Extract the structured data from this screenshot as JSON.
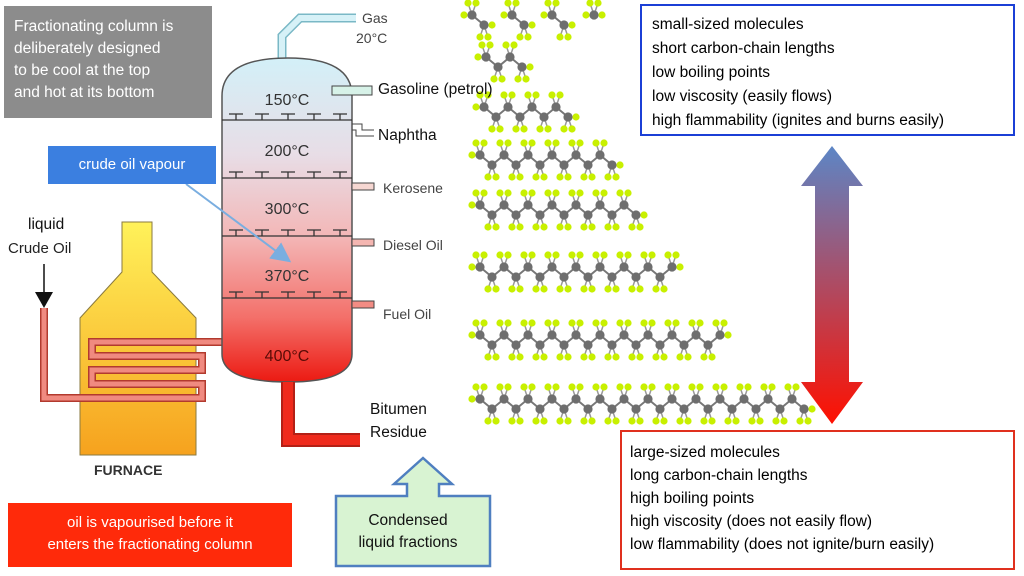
{
  "notes": {
    "column_design": [
      "Fractionating column is",
      "deliberately designed",
      "to be cool at the top",
      "and hot at its bottom"
    ],
    "crude_vapour": "crude oil vapour",
    "vaporised": [
      "oil is vapourised before it",
      "enters the fractionating column"
    ]
  },
  "feed": {
    "liquid": "liquid",
    "crude_oil": "Crude Oil",
    "furnace": "FURNACE"
  },
  "column": {
    "temperatures": [
      "150°C",
      "200°C",
      "300°C",
      "370°C",
      "400°C"
    ]
  },
  "fractions": {
    "gas": "Gas",
    "gas_temp": "20°C",
    "gasoline": "Gasoline (petrol)",
    "naphtha": "Naphtha",
    "kerosene": "Kerosene",
    "diesel": "Diesel Oil",
    "fuel_oil": "Fuel Oil",
    "bitumen": "Bitumen",
    "residue": "Residue"
  },
  "condensed": [
    "Condensed",
    "liquid fractions"
  ],
  "properties_small": [
    "small-sized molecules",
    "short carbon-chain lengths",
    "low boiling points",
    "low viscosity (easily flows)",
    "high flammability (ignites and burns easily)"
  ],
  "properties_large": [
    "large-sized molecules",
    "long carbon-chain lengths",
    "high boiling points",
    "high viscosity (does not easily flow)",
    "low flammability (does not ignite/burn easily)"
  ],
  "colors": {
    "column_top": "#cfeef6",
    "column_bottom": "#ee1c12",
    "furnace_top": "#fff25a",
    "furnace_bottom": "#f7a11c",
    "pipe": "#ec6b5e",
    "carbon": "#6e6e6e",
    "hydrogen": "#c8f000",
    "arrow_top": "#5b86c8",
    "arrow_bottom": "#ff1200"
  }
}
